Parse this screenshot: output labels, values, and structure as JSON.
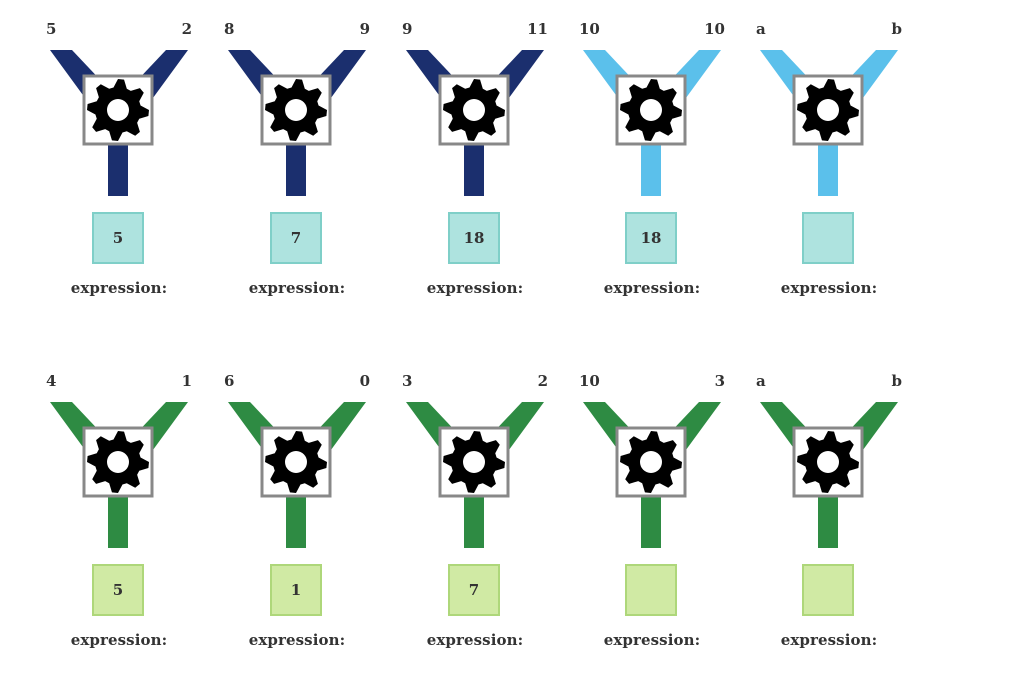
{
  "colors": {
    "navy": "#1b2f6e",
    "sky": "#5bc0eb",
    "green": "#2e8b43",
    "teal_box_fill": "#aee3df",
    "teal_box_border": "#7fcfc8",
    "lime_box_fill": "#d0eaa4",
    "lime_box_border": "#aed77a",
    "gear": "#000000",
    "gear_frame": "#888888"
  },
  "expression_label": "expression:",
  "gear_icon": "gear-icon",
  "rows": [
    {
      "machines": [
        {
          "input_left": "5",
          "input_right": "2",
          "output": "5",
          "arm_color": "navy",
          "box_style": "teal"
        },
        {
          "input_left": "8",
          "input_right": "9",
          "output": "7",
          "arm_color": "navy",
          "box_style": "teal"
        },
        {
          "input_left": "9",
          "input_right": "11",
          "output": "18",
          "arm_color": "navy",
          "box_style": "teal"
        },
        {
          "input_left": "10",
          "input_right": "10",
          "output": "18",
          "arm_color": "sky",
          "box_style": "teal"
        },
        {
          "input_left": "a",
          "input_right": "b",
          "output": "",
          "arm_color": "sky",
          "box_style": "teal"
        }
      ]
    },
    {
      "machines": [
        {
          "input_left": "4",
          "input_right": "1",
          "output": "5",
          "arm_color": "green",
          "box_style": "lime"
        },
        {
          "input_left": "6",
          "input_right": "0",
          "output": "1",
          "arm_color": "green",
          "box_style": "lime"
        },
        {
          "input_left": "3",
          "input_right": "2",
          "output": "7",
          "arm_color": "green",
          "box_style": "lime"
        },
        {
          "input_left": "10",
          "input_right": "3",
          "output": "",
          "arm_color": "green",
          "box_style": "lime"
        },
        {
          "input_left": "a",
          "input_right": "b",
          "output": "",
          "arm_color": "green",
          "box_style": "lime"
        }
      ]
    }
  ]
}
